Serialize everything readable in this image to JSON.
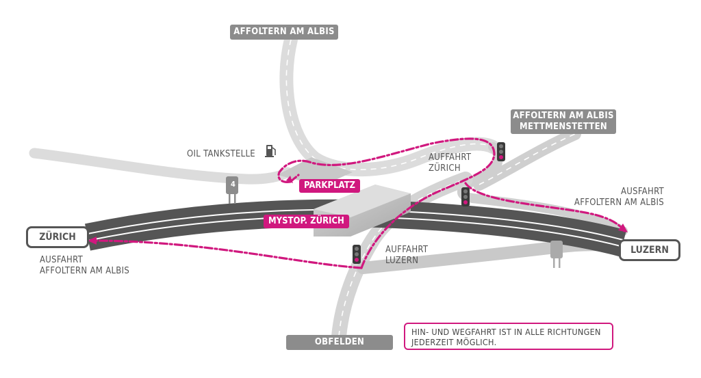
{
  "signs": {
    "affoltern_top": "AFFOLTERN AM ALBIS",
    "affoltern_mettmenstetten_line1": "AFFOLTERN AM ALBIS",
    "affoltern_mettmenstetten_line2": "METTMENSTETTEN",
    "obfelden": "OBFELDEN"
  },
  "cities": {
    "zurich": "ZÜRICH",
    "luzern": "LUZERN"
  },
  "highlights": {
    "parkplatz": "PARKPLATZ",
    "mystop": "MYSTOP. ZÜRICH"
  },
  "labels": {
    "oil_tankstelle": "OIL TANKSTELLE",
    "auffahrt_zurich_1": "AUFFAHRT",
    "auffahrt_zurich_2": "ZÜRICH",
    "auffahrt_luzern_1": "AUFFAHRT",
    "auffahrt_luzern_2": "LUZERN",
    "ausfahrt_left_1": "AUSFAHRT",
    "ausfahrt_left_2": "AFFOLTERN AM ALBIS",
    "ausfahrt_right_1": "AUSFAHRT",
    "ausfahrt_right_2": "AFFOLTERN AM ALBIS",
    "post_number": "4"
  },
  "note": {
    "line1": "HIN- UND WEGFAHRT IST IN ALLE RICHTUNGEN",
    "line2": "JEDERZEIT MÖGLICH."
  },
  "colors": {
    "route_magenta": "#d0187e",
    "motorway_dark": "#555555",
    "road_light": "#dcdcdc",
    "sign_gray": "#8c8c8c"
  }
}
